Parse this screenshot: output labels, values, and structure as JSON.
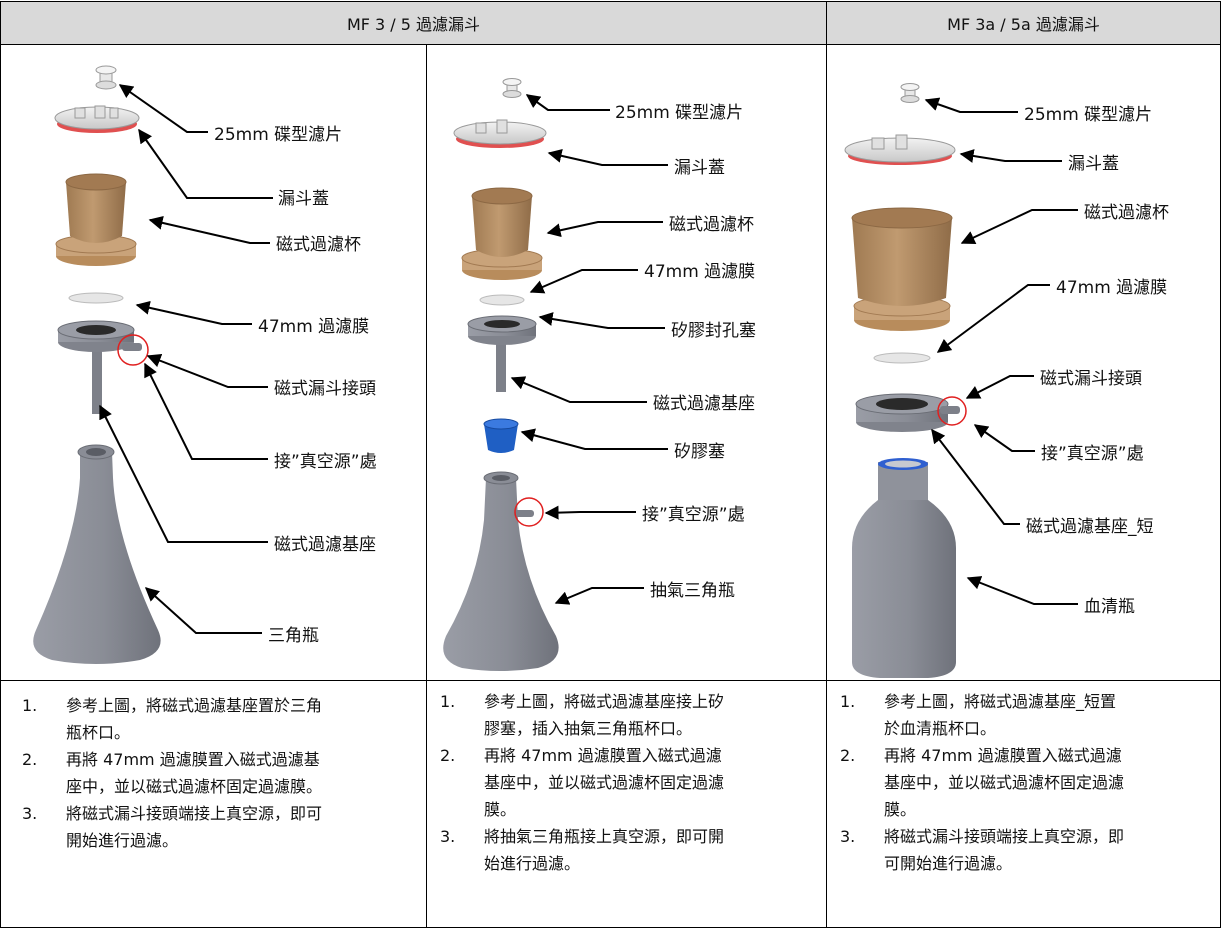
{
  "headers": {
    "mf35": "MF 3 / 5 過濾漏斗",
    "mf3a5a": "MF 3a / 5a  過濾漏斗"
  },
  "col1": {
    "labels": {
      "filter": "25mm  碟型濾片",
      "lid": "漏斗蓋",
      "cup": "磁式過濾杯",
      "membrane": "47mm 過濾膜",
      "connector": "磁式漏斗接頭",
      "vacuum": "接”真空源”處",
      "base": "磁式過濾基座",
      "flask": "三角瓶"
    },
    "steps": [
      {
        "num": "1.",
        "l1": "參考上圖，將磁式過濾基座置於三角",
        "l2": "瓶杯口。"
      },
      {
        "num": "2.",
        "l1": "再將 47mm 過濾膜置入磁式過濾基",
        "l2": "座中，並以磁式過濾杯固定過濾膜。"
      },
      {
        "num": "3.",
        "l1": "將磁式漏斗接頭端接上真空源，即可",
        "l2": "開始進行過濾。"
      }
    ]
  },
  "col2": {
    "labels": {
      "filter": "25mm  碟型濾片",
      "lid": "漏斗蓋",
      "cup": "磁式過濾杯",
      "membrane": "47mm 過濾膜",
      "silicone_plug": "矽膠封孔塞",
      "base": "磁式過濾基座",
      "stopper": "矽膠塞",
      "vacuum": "接”真空源”處",
      "flask": "抽氣三角瓶"
    },
    "steps": [
      {
        "num": "1.",
        "l1": "參考上圖，將磁式過濾基座接上矽",
        "l2": "膠塞，插入抽氣三角瓶杯口。"
      },
      {
        "num": "2.",
        "l1": "再將 47mm 過濾膜置入磁式過濾",
        "l2": "基座中，並以磁式過濾杯固定過濾",
        "l3": "膜。"
      },
      {
        "num": "3.",
        "l1": "將抽氣三角瓶接上真空源，即可開",
        "l2": "始進行過濾。"
      }
    ]
  },
  "col3": {
    "labels": {
      "filter": "25mm  碟型濾片",
      "lid": "漏斗蓋",
      "cup": "磁式過濾杯",
      "membrane": "47mm 過濾膜",
      "connector": "磁式漏斗接頭",
      "vacuum": "接”真空源”處",
      "base_short": "磁式過濾基座_短",
      "bottle": "血清瓶"
    },
    "steps": [
      {
        "num": "1.",
        "l1": "參考上圖，將磁式過濾基座_短置",
        "l2": "於血清瓶杯口。"
      },
      {
        "num": "2.",
        "l1": "再將 47mm 過濾膜置入磁式過濾",
        "l2": "基座中，並以磁式過濾杯固定過濾",
        "l3": "膜。"
      },
      {
        "num": "3.",
        "l1": "將磁式漏斗接頭端接上真空源，即",
        "l2": "可開始進行過濾。"
      }
    ]
  },
  "colors": {
    "header_bg": "#d9d9d9",
    "part_gray": "#8a8d96",
    "cup_brown": "#b08a62",
    "stopper_blue": "#1f5fc4",
    "highlight_red": "#e02020"
  }
}
